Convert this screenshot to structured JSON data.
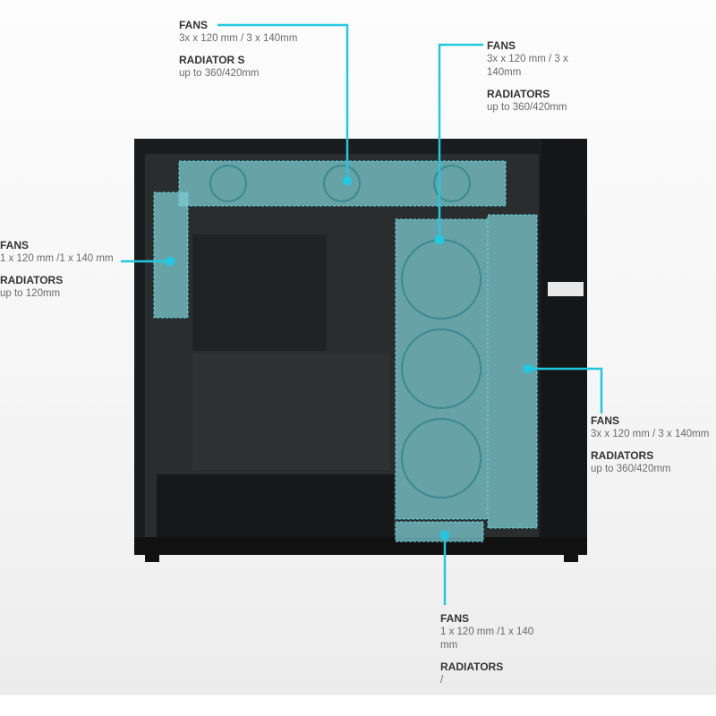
{
  "callouts": [
    {
      "id": "top",
      "fans_heading": "FANS",
      "fans_value": "3x x 120 mm / 3 x 140mm",
      "rad_heading": "RADIATOR S",
      "rad_value": "up to  360/420mm"
    },
    {
      "id": "front-inner",
      "fans_heading": "FANS",
      "fans_value": "3x x 120 mm / 3 x 140mm",
      "rad_heading": "RADIATORS",
      "rad_value": "up to  360/420mm"
    },
    {
      "id": "rear",
      "fans_heading": "FANS",
      "fans_value": "1 x 120 mm /1 x 140 mm",
      "rad_heading": "RADIATORS",
      "rad_value": "up to 120mm"
    },
    {
      "id": "side",
      "fans_heading": "FANS",
      "fans_value": "3x x 120 mm / 3 x 140mm",
      "rad_heading": "RADIATORS",
      "rad_value": "up to  360/420mm"
    },
    {
      "id": "bottom",
      "fans_heading": "FANS",
      "fans_value": "1 x 120 mm /1 x 140 mm",
      "rad_heading": "RADIATORS",
      "rad_value": "/"
    }
  ],
  "colors": {
    "accent": "#22c8e0",
    "case": "#1c1e1f",
    "fan": "#7cc9cf"
  }
}
